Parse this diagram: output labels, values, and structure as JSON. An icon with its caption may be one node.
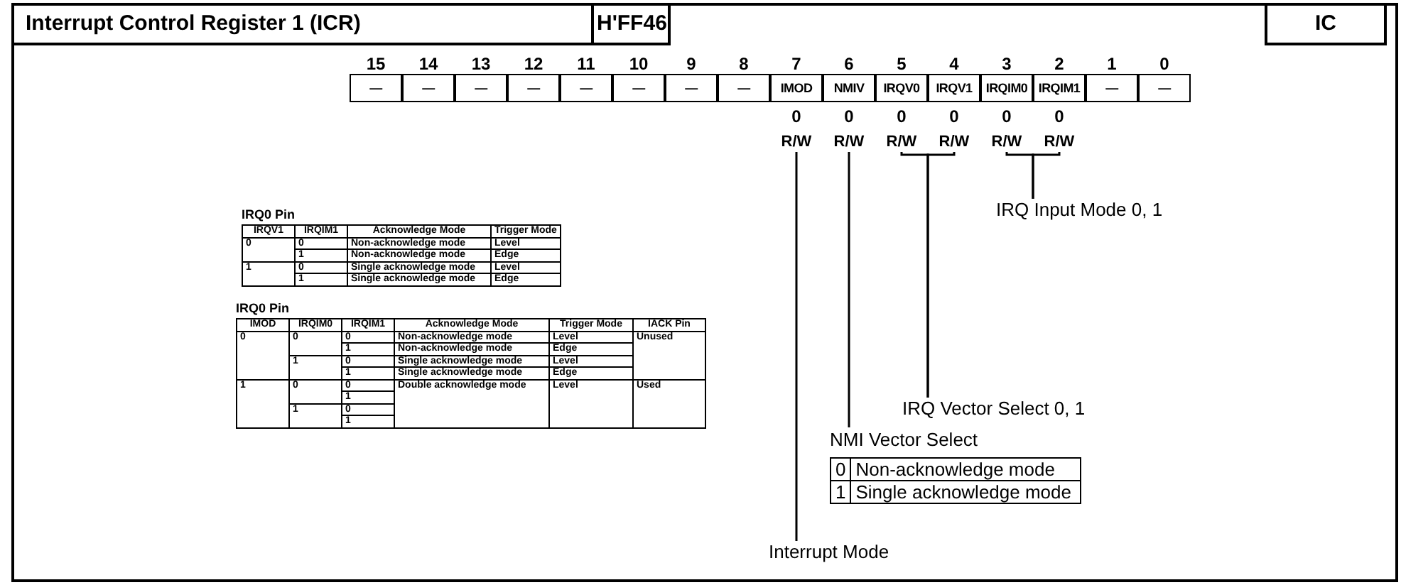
{
  "diagram": {
    "title": "Interrupt Control Register 1 (ICR)",
    "nodes": [
      {
        "text": [
          "—"
        ],
        "beside": [
          "15"
        ]
      },
      {
        "text": [
          "—"
        ],
        "beside": [
          "14"
        ]
      },
      {
        "text": [
          "—"
        ],
        "beside": [
          "13"
        ]
      },
      {
        "text": [
          "—"
        ],
        "beside": [
          "12"
        ]
      },
      {
        "text": [
          "—"
        ],
        "beside": [
          "11"
        ]
      },
      {
        "text": [
          "—"
        ],
        "beside": [
          "10"
        ]
      },
      {
        "text": [
          "—"
        ],
        "beside": [
          "9"
        ]
      },
      {
        "text": [
          "—"
        ],
        "beside": [
          "8"
        ]
      },
      {
        "text": [
          "IMOD"
        ],
        "beside": [
          "7",
          "0",
          "R/W"
        ]
      },
      {
        "text": [
          "NMIV"
        ],
        "beside": [
          "6",
          "0",
          "R/W"
        ]
      },
      {
        "text": [
          "IRQV0"
        ],
        "beside": [
          "5",
          "0",
          "R/W"
        ]
      },
      {
        "text": [
          "IRQV1"
        ],
        "beside": [
          "4",
          "0",
          "R/W"
        ]
      },
      {
        "text": [
          "IRQIM0"
        ],
        "beside": [
          "3",
          "0",
          "R/W"
        ]
      },
      {
        "text": [
          "IRQIM1"
        ],
        "beside": [
          "2",
          "0",
          "R/W"
        ]
      },
      {
        "text": [
          "—"
        ],
        "beside": [
          "1"
        ]
      },
      {
        "text": [
          "—"
        ],
        "beside": [
          "0"
        ]
      },
      {
        "text": [
          "IRQ Input Mode 0, 1"
        ]
      },
      {
        "text": [
          "IRQ Vector Select 0, 1"
        ]
      },
      {
        "text": [
          "NMI Vector Select",
          "0",
          "Non-acknowledge mode",
          "1",
          "Single acknowledge mode"
        ]
      },
      {
        "text": [
          "Interrupt Mode"
        ]
      }
    ],
    "edges": [
      {
        "from": 16,
        "to": 12,
        "arrow": "none"
      },
      {
        "from": 16,
        "to": 13,
        "arrow": "none"
      },
      {
        "from": 17,
        "to": 10,
        "arrow": "none"
      },
      {
        "from": 17,
        "to": 11,
        "arrow": "none"
      },
      {
        "from": 18,
        "to": 9,
        "arrow": "none"
      },
      {
        "from": 19,
        "to": 8,
        "arrow": "none"
      }
    ],
    "labels": [
      "H'FF46",
      "IC",
      "IRQ0 Pin",
      "IRQV1",
      "IRQIM1",
      "Acknowledge Mode",
      "Trigger Mode",
      "0",
      "0",
      "Non-acknowledge mode",
      "Level",
      "1",
      "Non-acknowledge mode",
      "Edge",
      "1",
      "0",
      "Single acknowledge mode",
      "Level",
      "1",
      "Single acknowledge mode",
      "Edge",
      "IRQ0 Pin",
      "IMOD",
      "IRQIM0",
      "IRQIM1",
      "Acknowledge Mode",
      "Trigger Mode",
      "IACK Pin",
      "0",
      "0",
      "0",
      "Non-acknowledge mode",
      "Level",
      "Unused",
      "1",
      "Non-acknowledge mode",
      "Edge",
      "1",
      "0",
      "Single acknowledge mode",
      "Level",
      "1",
      "Single acknowledge mode",
      "Edge",
      "1",
      "0",
      "0",
      "Double acknowledge mode",
      "Level",
      "Used",
      "1",
      "1",
      "0",
      "1"
    ]
  }
}
